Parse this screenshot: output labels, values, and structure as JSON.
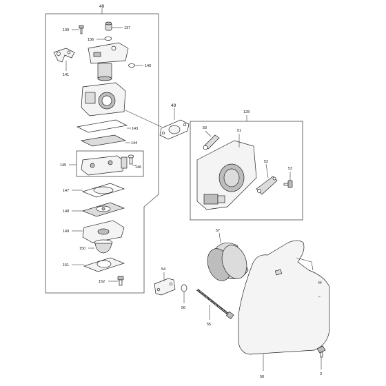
{
  "callouts": {
    "c48": "48",
    "c139": "139",
    "c137": "137",
    "c136": "136",
    "c140": "140",
    "c141": "141",
    "c49": "49",
    "c128": "128",
    "c143": "143",
    "c144": "144",
    "c145": "145",
    "c146": "146",
    "c147": "147",
    "c148": "148",
    "c149": "149",
    "c150": "150",
    "c151": "151",
    "c152": "152",
    "c50": "50",
    "c51": "51",
    "c52": "52",
    "c53": "53",
    "c57": "57",
    "c54": "54",
    "c58": "58",
    "c56": "56",
    "c55": "55",
    "c3": "3"
  }
}
